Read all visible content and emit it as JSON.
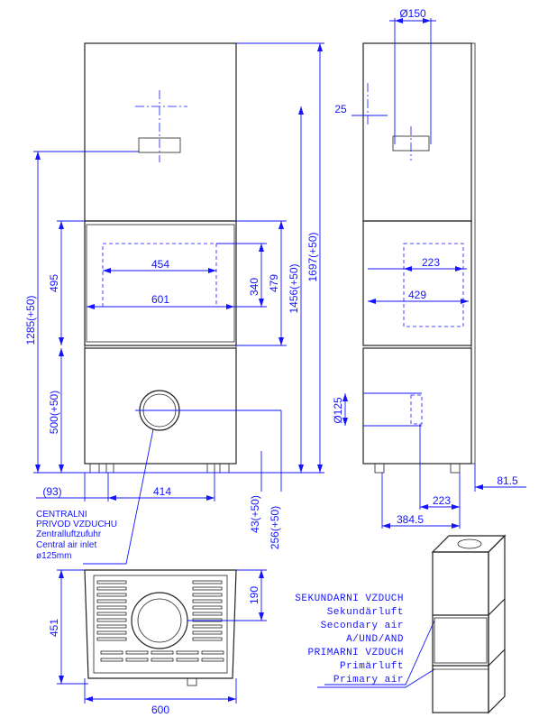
{
  "front_view": {
    "dim_overall_height": "1697(+50)",
    "dim_body_height": "1456(+50)",
    "dim_left_height": "1285(+50)",
    "dim_lower_height": "500(+50)",
    "dim_door_height": "495",
    "dim_glass_inner": "479",
    "dim_glass_opening": "340",
    "dim_inner_width": "454",
    "dim_glass_width": "601",
    "dim_offset": "(93)",
    "dim_feet": "414",
    "dim_foot_h": "43(+50)",
    "dim_inlet_h": "256(+50)"
  },
  "side_view": {
    "dim_flue_diameter": "Ø150",
    "dim_flue_offset": "25",
    "dim_inlet_diameter": "Ø125",
    "dim_width_223_top": "223",
    "dim_width_429": "429",
    "dim_815": "81.5",
    "dim_223_bottom": "223",
    "dim_3845": "384.5"
  },
  "central_air_note": {
    "line1": "CENTRALNI",
    "line2": "PRIVOD VZDUCHU",
    "line3": "Zentralluftzufuhr",
    "line4": "Central air inlet",
    "line5": "ø125mm"
  },
  "plan_view": {
    "dim_depth": "451",
    "dim_width": "600",
    "dim_190": "190"
  },
  "air_labels": {
    "l1": "SEKUNDARNI VZDUCH",
    "l2": "Sekundärluft",
    "l3": "Secondary air",
    "l4": "A/UND/AND",
    "l5": "PRIMARNI VZDUCH",
    "l6": "Primärluft",
    "l7": "Primary air"
  }
}
